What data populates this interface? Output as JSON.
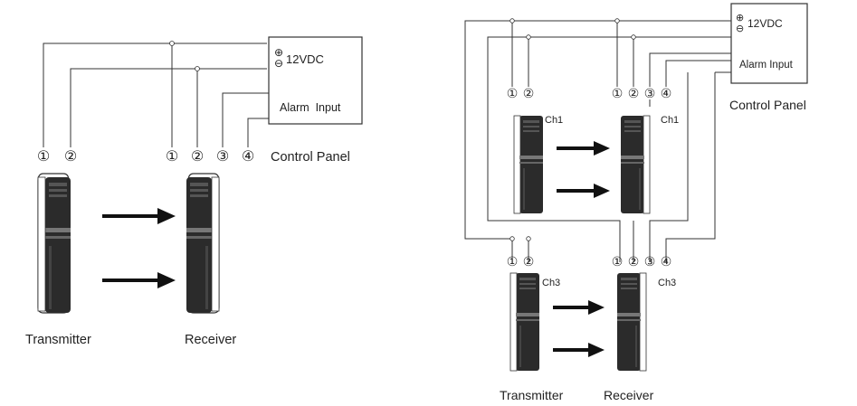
{
  "left_diagram": {
    "control_panel": {
      "power_label": "12VDC",
      "plus_symbol": "⊕",
      "minus_symbol": "⊖",
      "alarm_label": "Alarm  Input",
      "caption": "Control Panel"
    },
    "transmitter_terminals": [
      "①",
      "②"
    ],
    "receiver_terminals": [
      "①",
      "②",
      "③",
      "④"
    ],
    "transmitter_label": "Transmitter",
    "receiver_label": "Receiver"
  },
  "right_diagram": {
    "control_panel": {
      "power_label": "12VDC",
      "plus_symbol": "⊕",
      "minus_symbol": "⊖",
      "alarm_label": "Alarm Input",
      "caption": "Control Panel"
    },
    "top_pair": {
      "transmitter_terminals": [
        "①",
        "②"
      ],
      "receiver_terminals": [
        "①",
        "②",
        "③",
        "④"
      ],
      "transmitter_channel": "Ch1",
      "receiver_channel": "Ch1"
    },
    "bottom_pair": {
      "transmitter_terminals": [
        "①",
        "②"
      ],
      "receiver_terminals": [
        "①",
        "②",
        "③",
        "④"
      ],
      "transmitter_channel": "Ch3",
      "receiver_channel": "Ch3"
    },
    "transmitter_label": "Transmitter",
    "receiver_label": "Receiver"
  },
  "icons": [
    "beam-sensor-icon",
    "arrow-right-icon",
    "terminal-circle-icon"
  ]
}
